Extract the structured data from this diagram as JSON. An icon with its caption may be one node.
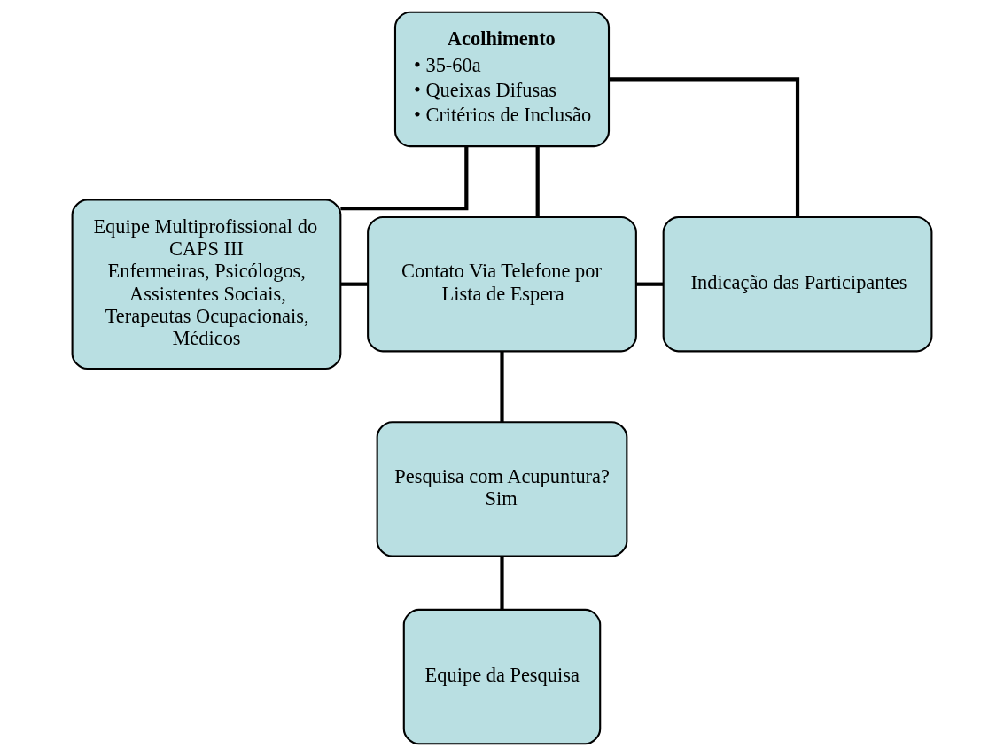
{
  "diagram": {
    "nodes": [
      {
        "text": [
          "Acolhimento",
          "• 35-60a",
          "• Queixas Difusas",
          "• Critérios de Inclusão"
        ]
      },
      {
        "text": [
          "Equipe Multiprofissional do CAPS III",
          "Enfermeiras, Psicólogos, Assistentes Sociais, Terapeutas Ocupacionais, Médicos"
        ]
      },
      {
        "text": [
          "Contato Via Telefone por Lista de Espera"
        ]
      },
      {
        "text": [
          "Indicação das Participantes"
        ]
      },
      {
        "text": [
          "Pesquisa com Acupuntura?",
          "Sim"
        ]
      },
      {
        "text": [
          "Equipe da Pesquisa"
        ]
      }
    ],
    "edges": [
      {
        "from": 0,
        "to": 1,
        "arrow": "none"
      },
      {
        "from": 0,
        "to": 2,
        "arrow": "none"
      },
      {
        "from": 0,
        "to": 3,
        "arrow": "none"
      },
      {
        "from": 1,
        "to": 2,
        "arrow": "none"
      },
      {
        "from": 2,
        "to": 3,
        "arrow": "none"
      },
      {
        "from": 2,
        "to": 4,
        "arrow": "none"
      },
      {
        "from": 4,
        "to": 5,
        "arrow": "none"
      }
    ]
  }
}
